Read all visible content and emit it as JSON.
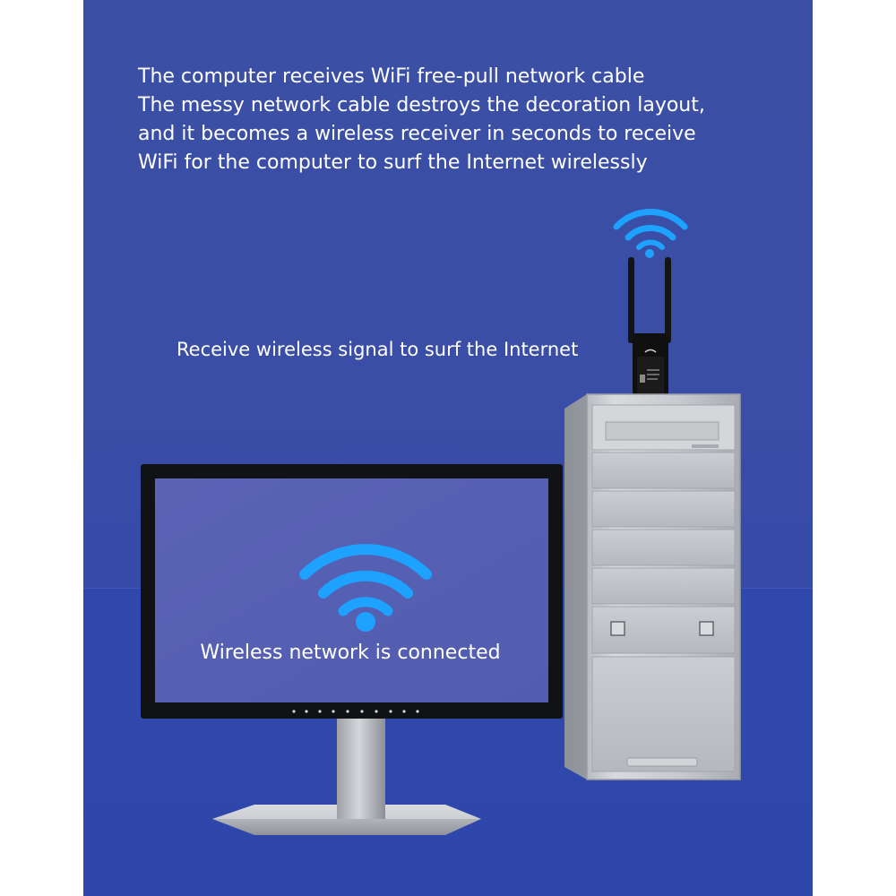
{
  "headline": {
    "lines": [
      "The computer receives WiFi free-pull network cable",
      "The messy network cable destroys the decoration layout,",
      "and it becomes a wireless receiver in seconds to receive",
      "WiFi for the computer to surf the Internet wirelessly"
    ]
  },
  "signal_caption": "Receive wireless signal to surf the Internet",
  "monitor": {
    "screen_text": "Wireless network is connected"
  },
  "icons": {
    "wifi_top": "wifi-icon",
    "wifi_screen": "wifi-icon",
    "checkbox_left": "square-icon",
    "checkbox_right": "square-icon"
  },
  "colors": {
    "background_blue": "#3b4fa4",
    "screen_blue": "#5660b1",
    "wifi_blue": "#1ea2ff",
    "text_white": "#ffffff",
    "tower_silver": "#c9cbcf",
    "adapter_black": "#111111"
  }
}
